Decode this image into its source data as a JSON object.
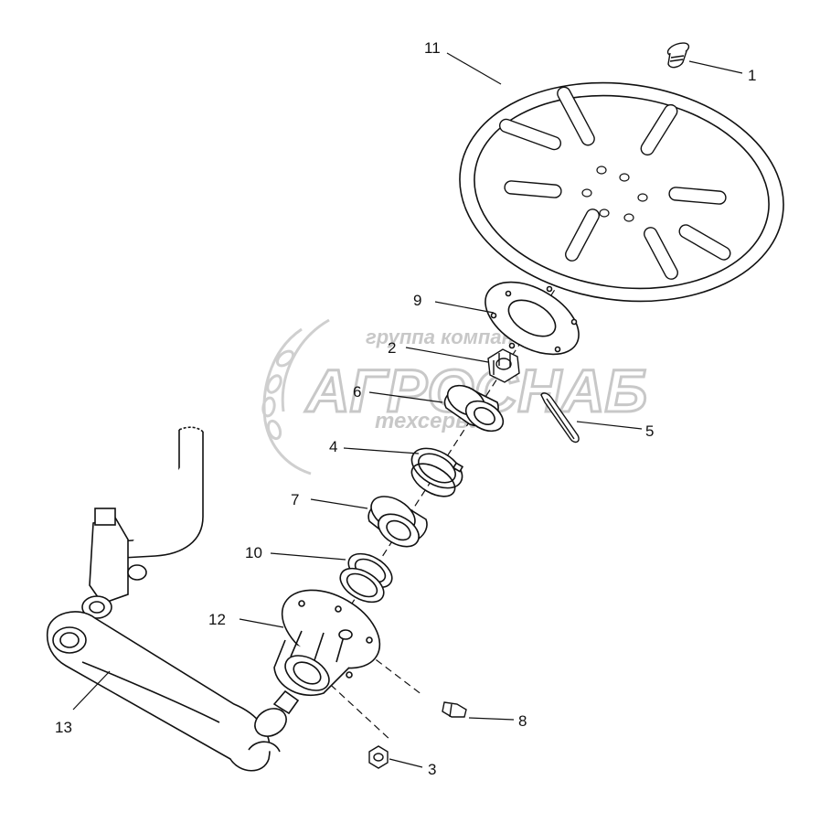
{
  "watermark": {
    "line1": "группа компаний",
    "line2": "АГРОСНАБ",
    "line3": "техсервис"
  },
  "callouts": [
    {
      "id": "1",
      "text": "1"
    },
    {
      "id": "2",
      "text": "2"
    },
    {
      "id": "3",
      "text": "3"
    },
    {
      "id": "4",
      "text": "4"
    },
    {
      "id": "5",
      "text": "5"
    },
    {
      "id": "6",
      "text": "6"
    },
    {
      "id": "7",
      "text": "7"
    },
    {
      "id": "8",
      "text": "8"
    },
    {
      "id": "9",
      "text": "9"
    },
    {
      "id": "10",
      "text": "10"
    },
    {
      "id": "11",
      "text": "11"
    },
    {
      "id": "12",
      "text": "12"
    },
    {
      "id": "13",
      "text": "13"
    }
  ],
  "colors": {
    "ink": "#111111",
    "watermark": "#c8c8c8",
    "shade": "#e6e6e6"
  }
}
